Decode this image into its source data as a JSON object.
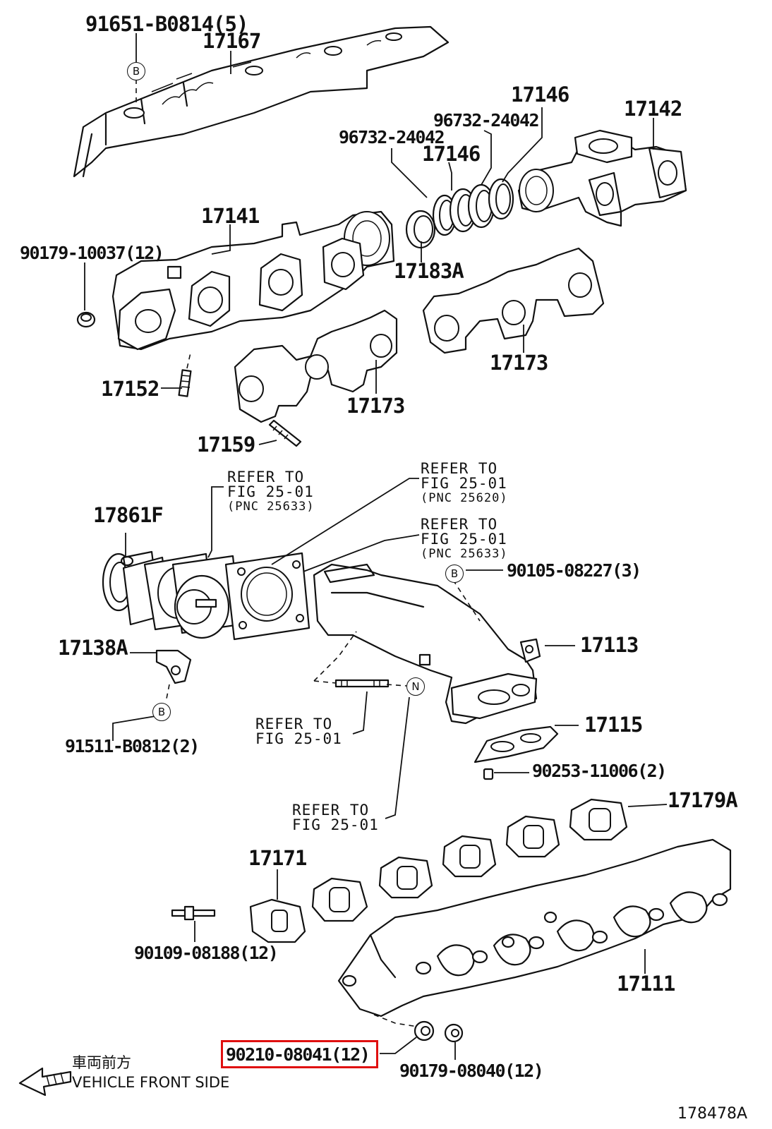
{
  "figure_number": "178478A",
  "parts": {
    "p_91651": "91651-B0814(5)",
    "p_17167": "17167",
    "p_17146_a": "17146",
    "p_17142": "17142",
    "p_96732_a": "96732-24042",
    "p_96732_b": "96732-24042",
    "p_17146_b": "17146",
    "p_17141": "17141",
    "p_90179_10037": "90179-10037(12)",
    "p_17183A": "17183A",
    "p_17173_a": "17173",
    "p_17152": "17152",
    "p_17173_b": "17173",
    "p_17159": "17159",
    "p_17861F": "17861F",
    "p_90105": "90105-08227(3)",
    "p_17138A": "17138A",
    "p_17113": "17113",
    "p_91511": "91511-B0812(2)",
    "p_17115": "17115",
    "p_90253": "90253-11006(2)",
    "p_17179A": "17179A",
    "p_17171": "17171",
    "p_90109": "90109-08188(12)",
    "p_17111": "17111",
    "p_90210": "90210-08041(12)",
    "p_90179_08040": "90179-08040(12)"
  },
  "references": {
    "ref1": {
      "line1": "REFER TO",
      "line2": "FIG 25-01",
      "line3": "(PNC 25633)"
    },
    "ref2": {
      "line1": "REFER TO",
      "line2": "FIG 25-01",
      "line3": "(PNC 25620)"
    },
    "ref3": {
      "line1": "REFER TO",
      "line2": "FIG 25-01",
      "line3": "(PNC 25633)"
    },
    "ref4": {
      "line1": "REFER TO",
      "line2": "FIG 25-01"
    },
    "ref5": {
      "line1": "REFER TO",
      "line2": "FIG 25-01"
    }
  },
  "callouts": {
    "b1": "B",
    "b2": "B",
    "b3": "B",
    "n1": "N"
  },
  "direction": {
    "japanese": "車両前方",
    "english": "VEHICLE FRONT SIDE"
  },
  "highlighted_part": "90210-08041(12)",
  "colors": {
    "line": "#111111",
    "highlight": "#e01010",
    "background": "#ffffff"
  }
}
